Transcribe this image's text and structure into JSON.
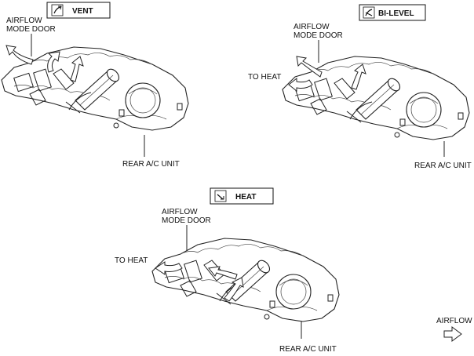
{
  "panels": {
    "vent": {
      "mode_label": "VENT",
      "mode_icon": "vent-mode-icon",
      "door_label_line1": "AIRFLOW",
      "door_label_line2": "MODE DOOR",
      "unit_label": "REAR A/C UNIT"
    },
    "bilevel": {
      "mode_label": "BI-LEVEL",
      "mode_icon": "bilevel-mode-icon",
      "door_label_line1": "AIRFLOW",
      "door_label_line2": "MODE DOOR",
      "to_heat_label": "TO HEAT",
      "unit_label": "REAR A/C UNIT"
    },
    "heat": {
      "mode_label": "HEAT",
      "mode_icon": "heat-mode-icon",
      "door_label_line1": "AIRFLOW",
      "door_label_line2": "MODE DOOR",
      "to_heat_label": "TO HEAT",
      "unit_label": "REAR A/C UNIT"
    }
  },
  "legend": {
    "airflow_label": "AIRFLOW",
    "airflow_icon": "airflow-arrow-icon"
  }
}
